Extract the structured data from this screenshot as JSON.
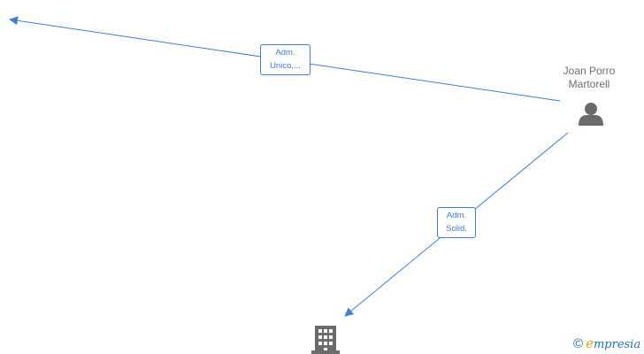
{
  "person": {
    "name_line1": "Joan Porro",
    "name_line2": "Martorell",
    "icon": "person-icon"
  },
  "company_node": {
    "icon": "building-icon"
  },
  "edges": [
    {
      "label_line1": "Adm.",
      "label_line2": "Unico,..."
    },
    {
      "label_line1": "Adm.",
      "label_line2": "Solid."
    }
  ],
  "colors": {
    "edge": "#3d7fd1",
    "icon": "#6b6b6b",
    "text": "#6d6d6d"
  },
  "watermark": {
    "copyright_symbol": "©",
    "brand_first_letter": "e",
    "brand_rest": "mpresia"
  }
}
